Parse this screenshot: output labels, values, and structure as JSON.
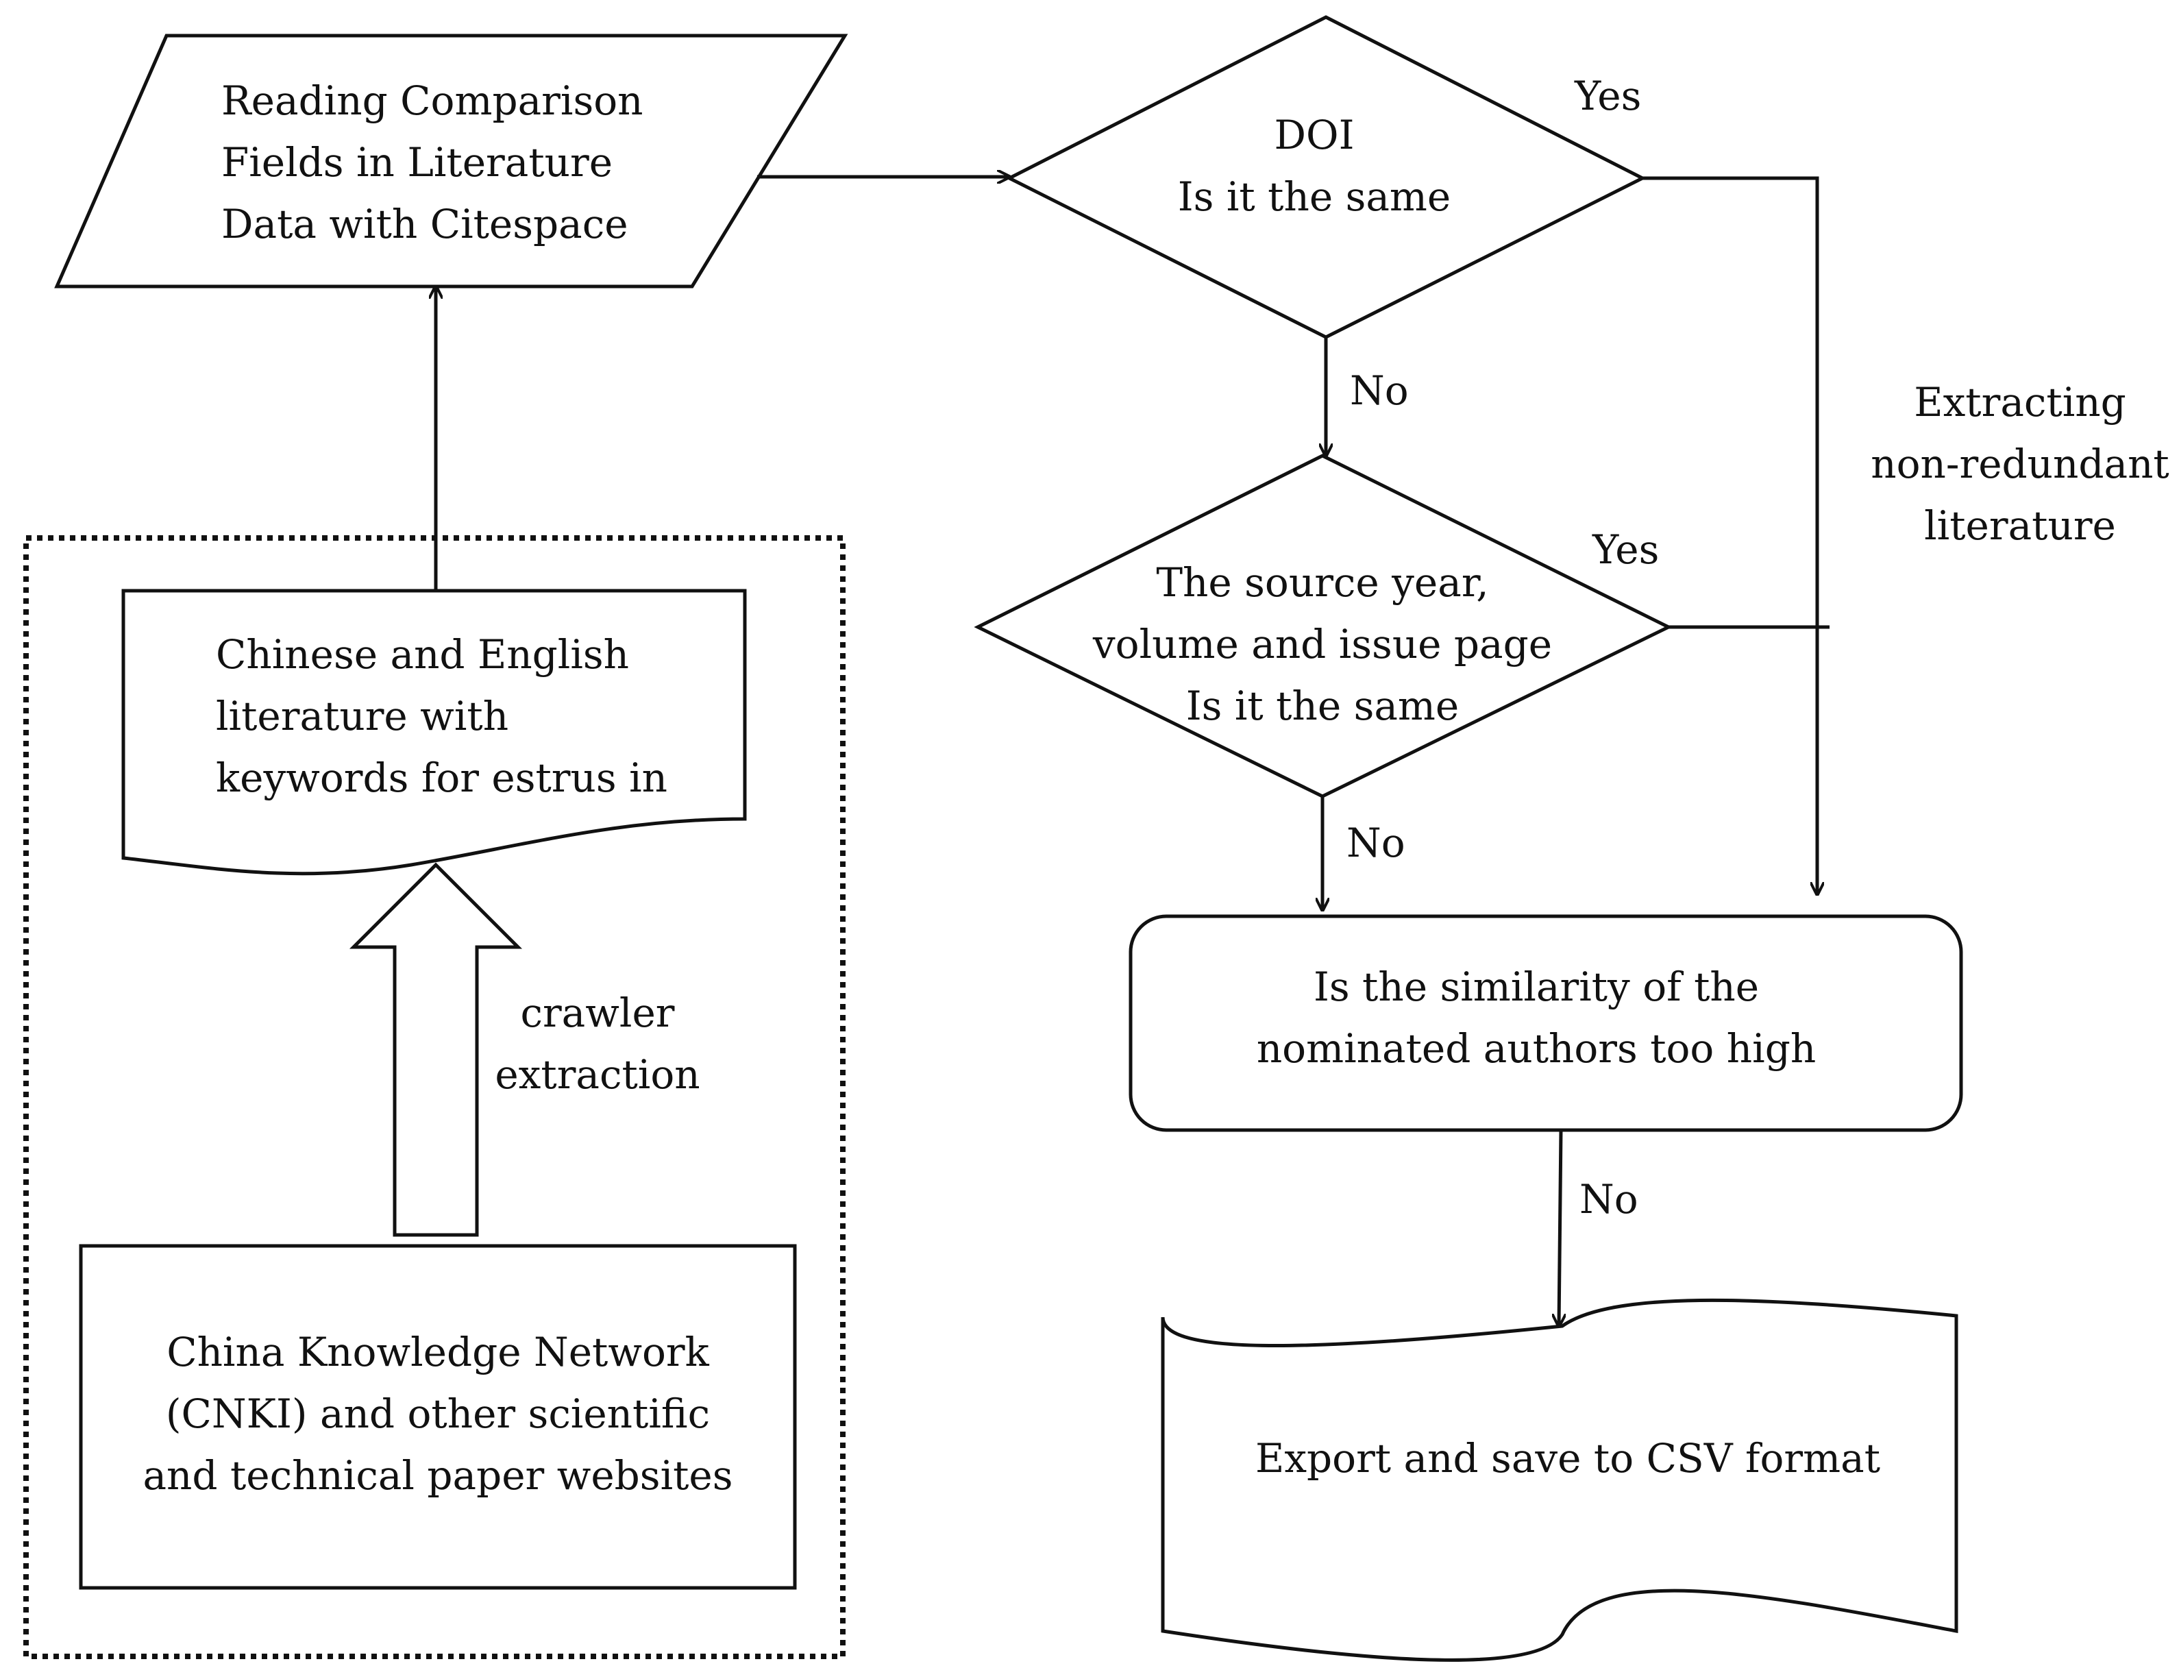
{
  "nodes": {
    "reading": {
      "lines": [
        "Reading  Comparison",
        "Fields   in   Literature",
        "Data with Citespace"
      ]
    },
    "literature": {
      "lines": [
        "Chinese and English",
        "literature with",
        "keywords for estrus in"
      ]
    },
    "cnki": {
      "lines": [
        "China Knowledge Network",
        "(CNKI) and other scientific",
        "and technical paper websites"
      ]
    },
    "doi": {
      "lines": [
        "DOI",
        "Is it the same"
      ]
    },
    "source": {
      "lines": [
        "The source year,",
        "volume and issue page",
        "Is it the same"
      ]
    },
    "similarity": {
      "lines": [
        "Is the similarity of the",
        "nominated authors too high"
      ]
    },
    "export": {
      "lines": [
        "Export and save to CSV format"
      ]
    }
  },
  "edge_labels": {
    "crawler": [
      "crawler",
      "extraction"
    ],
    "doi_yes": "Yes",
    "doi_no": "No",
    "source_yes": "Yes",
    "source_no": "No",
    "similarity_no": "No",
    "extracting": [
      "Extracting",
      "non-redundant",
      "literature"
    ]
  }
}
